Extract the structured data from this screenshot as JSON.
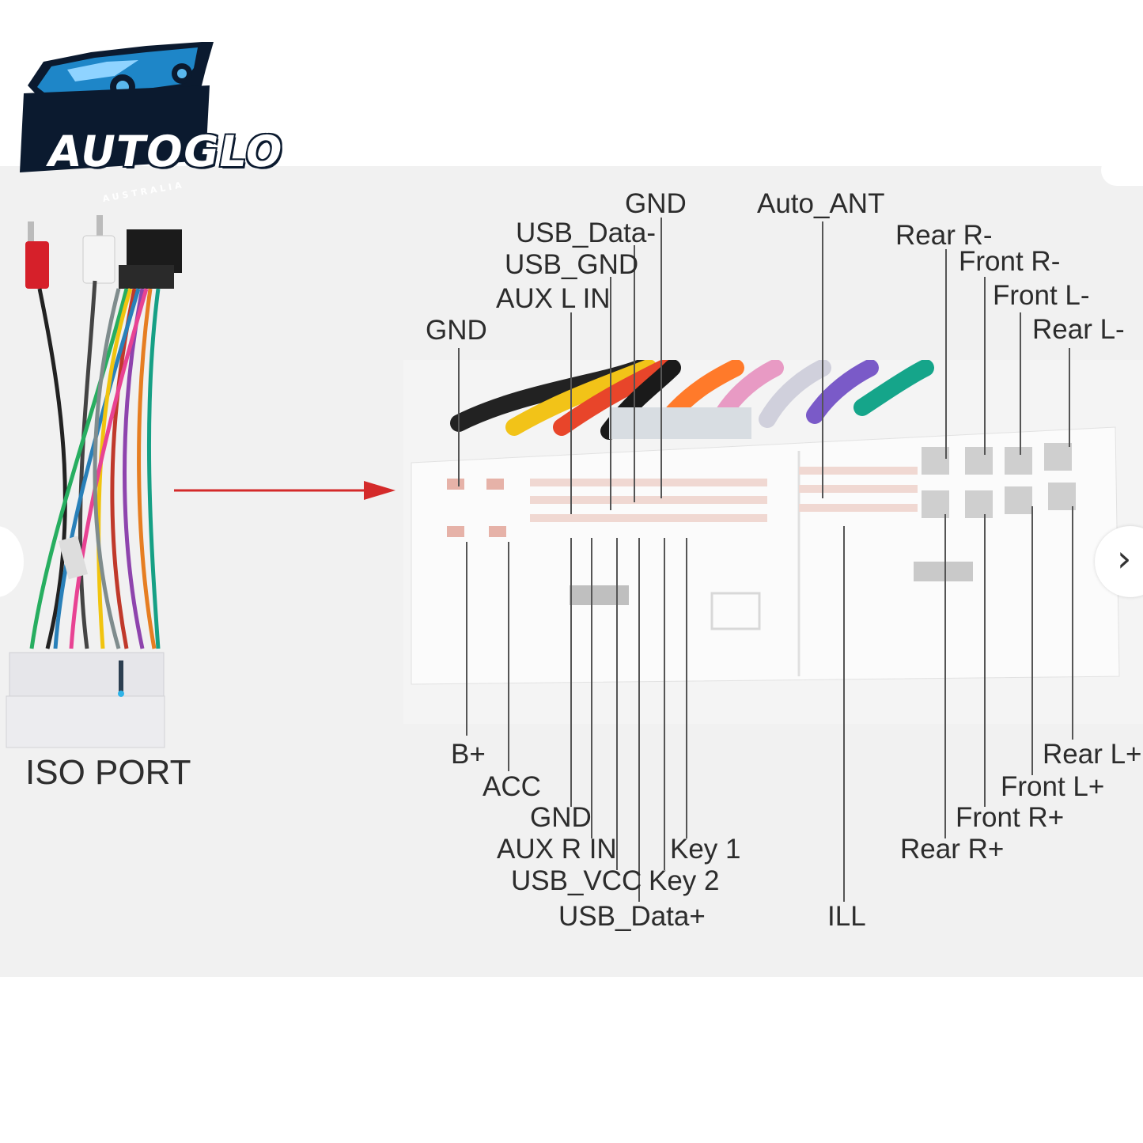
{
  "logo": {
    "brand": "AUTOGLO",
    "tagline": "AUSTRALIA"
  },
  "iso_port": {
    "label": "ISO PORT"
  },
  "top_labels": {
    "gnd_top": "GND",
    "usb_data_minus": "USB_Data-",
    "usb_gnd": "USB_GND",
    "aux_l_in": "AUX L IN",
    "gnd_left": "GND",
    "auto_ant": "Auto_ANT",
    "rear_r_minus": "Rear R-",
    "front_r_minus": "Front R-",
    "front_l_minus": "Front L-",
    "rear_l_minus": "Rear L-"
  },
  "bottom_labels": {
    "b_plus": "B+",
    "acc": "ACC",
    "gnd": "GND",
    "aux_r_in": "AUX R IN",
    "usb_vcc": "USB_VCC",
    "usb_data_plus": "USB_Data+",
    "key1": "Key 1",
    "key2": "Key 2",
    "ill": "ILL",
    "rear_l_plus": "Rear L+",
    "front_l_plus": "Front L+",
    "front_r_plus": "Front R+",
    "rear_r_plus": "Rear R+"
  },
  "colors": {
    "arrow": "#d42a2a",
    "leader": "#555555",
    "logo_blue": "#1e86c8",
    "logo_dark": "#0b1a2f"
  }
}
